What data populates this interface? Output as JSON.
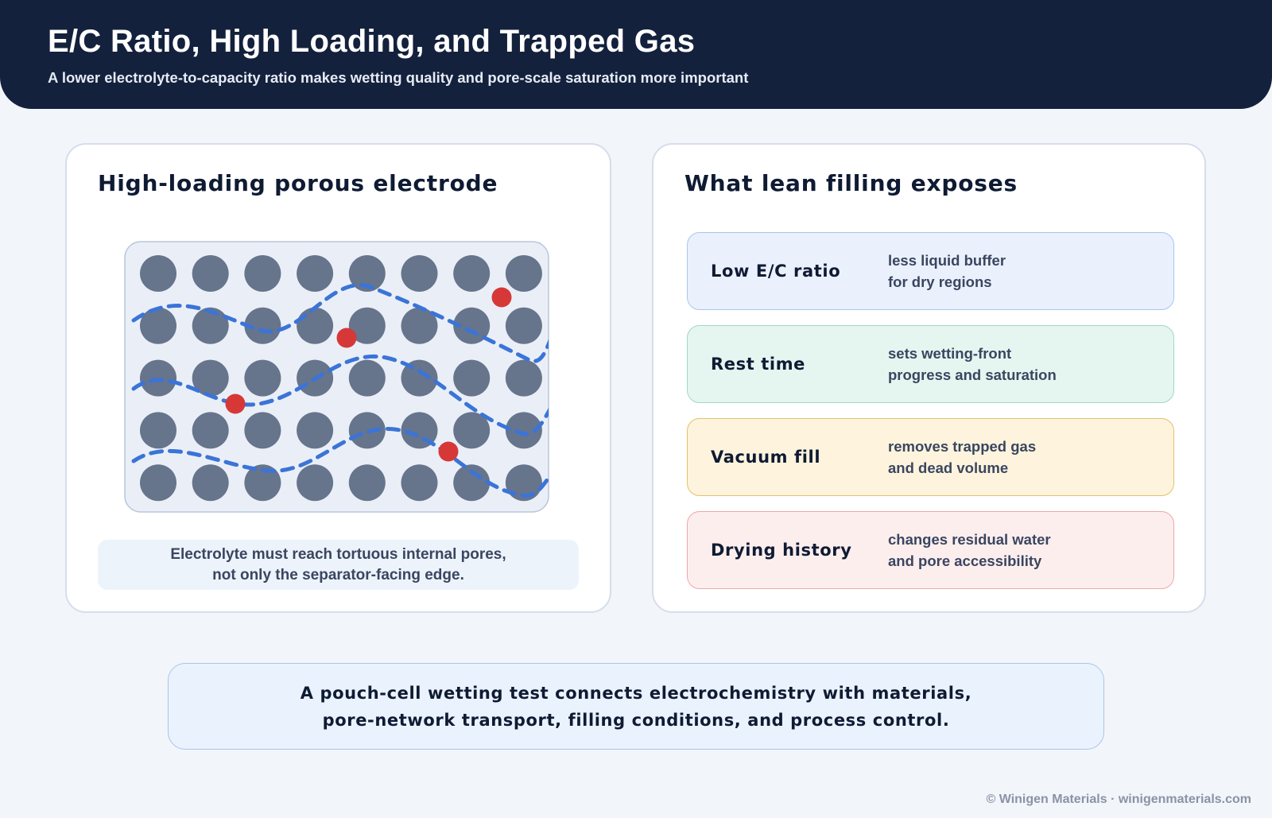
{
  "header": {
    "title": "E/C Ratio, High Loading, and Trapped Gas",
    "subtitle": "A lower electrolyte-to-capacity ratio makes wetting quality and pore-scale saturation more important"
  },
  "left_panel": {
    "title": "High-loading porous electrode",
    "note_line1": "Electrolyte must reach tortuous internal pores,",
    "note_line2": "not only the separator-facing edge."
  },
  "right_panel": {
    "title": "What lean filling exposes",
    "cards": [
      {
        "label": "Low E/C ratio",
        "desc1": "less liquid buffer",
        "desc2": "for dry regions"
      },
      {
        "label": "Rest time",
        "desc1": "sets wetting-front",
        "desc2": "progress and saturation"
      },
      {
        "label": "Vacuum fill",
        "desc1": "removes trapped gas",
        "desc2": "and dead volume"
      },
      {
        "label": "Drying history",
        "desc1": "changes residual water",
        "desc2": "and pore accessibility"
      }
    ]
  },
  "summary": {
    "line1": "A pouch-cell wetting test connects electrochemistry with materials,",
    "line2": "pore-network transport, filling conditions, and process control."
  },
  "footer": "© Winigen Materials · winigenmaterials.com",
  "colors": {
    "header_bg": "#14213d",
    "particle": "#66748c",
    "electrolyte_path": "#3b74d8",
    "trapped_gas": "#d63838",
    "card_low_ec": "#eaf1fd",
    "card_rest_time": "#e5f6f1",
    "card_vacuum_fill": "#fef4dd",
    "card_drying_history": "#fdeeee"
  }
}
